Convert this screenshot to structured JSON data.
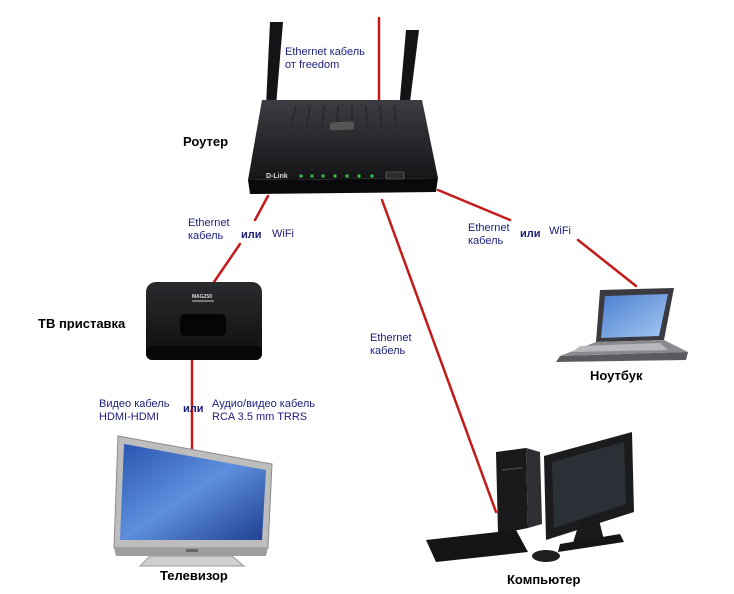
{
  "devices": {
    "router": "Роутер",
    "tv_box": "ТВ приставка",
    "laptop": "Ноутбук",
    "tv": "Телевизор",
    "computer": "Компьютер"
  },
  "router_details": {
    "brand": "D-Link"
  },
  "tv_box_details": {
    "model": "MAG250"
  },
  "connections": {
    "freedom_cable": "Ethernet кабель\nот freedom",
    "router_to_box": {
      "ethernet": "Ethernet\nкабель",
      "or": "или",
      "wifi": "WiFi"
    },
    "router_to_laptop": {
      "ethernet": "Ethernet\nкабель",
      "or": "или",
      "wifi": "WiFi"
    },
    "router_to_pc": "Ethernet\nкабель",
    "box_to_tv": {
      "video": "Видео кабель\nHDMI-HDMI",
      "or": "или",
      "av": "Аудио/видео кабель\nRCA 3.5 mm TRRS"
    }
  },
  "colors": {
    "cable": "#c41a1a",
    "label_text": "#1b1e7a",
    "device_body": "#1b1b1e",
    "screen": "#3a6fc4"
  }
}
